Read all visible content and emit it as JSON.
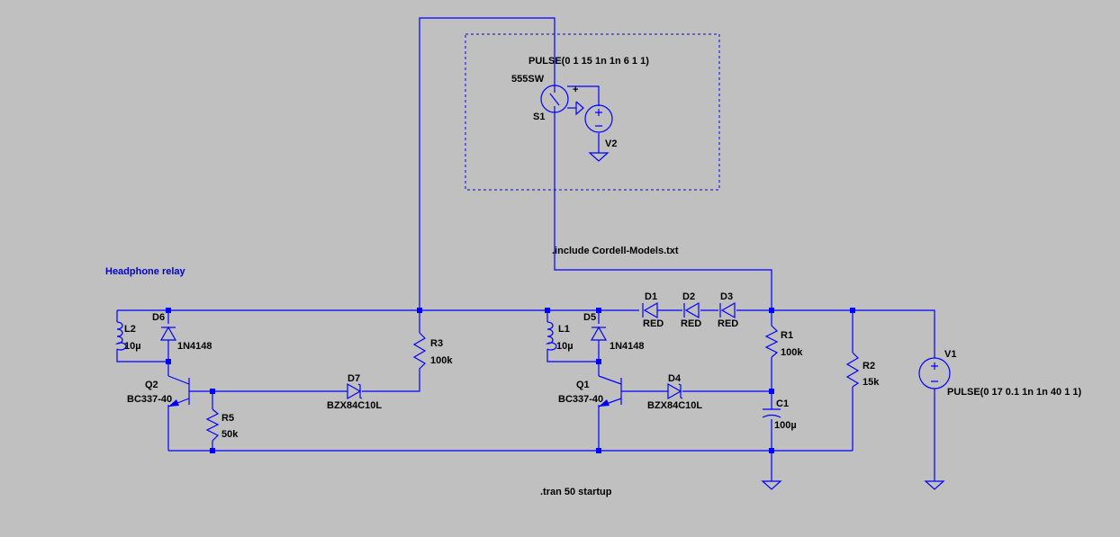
{
  "note_headphone": "Headphone relay",
  "directive_include": ".include Cordell-Models.txt",
  "directive_tran": ".tran 50 startup",
  "components": {
    "s1": {
      "name": "S1",
      "value": "555SW"
    },
    "v2": {
      "name": "V2",
      "value": "PULSE(0 1 15 1n 1n 6 1 1)"
    },
    "v1": {
      "name": "V1",
      "value": "PULSE(0 17 0.1 1n 1n 40 1 1)"
    },
    "l2": {
      "name": "L2",
      "value": "10µ"
    },
    "l1": {
      "name": "L1",
      "value": "10µ"
    },
    "d6": {
      "name": "D6",
      "value": "1N4148"
    },
    "d5": {
      "name": "D5",
      "value": "1N4148"
    },
    "q2": {
      "name": "Q2",
      "value": "BC337-40"
    },
    "q1": {
      "name": "Q1",
      "value": "BC337-40"
    },
    "r5": {
      "name": "R5",
      "value": "50k"
    },
    "r3": {
      "name": "R3",
      "value": "100k"
    },
    "d7": {
      "name": "D7",
      "value": "BZX84C10L"
    },
    "d4": {
      "name": "D4",
      "value": "BZX84C10L"
    },
    "d1": {
      "name": "D1",
      "value": "RED"
    },
    "d2": {
      "name": "D2",
      "value": "RED"
    },
    "d3": {
      "name": "D3",
      "value": "RED"
    },
    "r1": {
      "name": "R1",
      "value": "100k"
    },
    "r2": {
      "name": "R2",
      "value": "15k"
    },
    "c1": {
      "name": "C1",
      "value": "100µ"
    }
  },
  "colors": {
    "wire": "#0000ff",
    "background": "#c0c0c0",
    "text": "#000000",
    "note": "#0000cc"
  }
}
